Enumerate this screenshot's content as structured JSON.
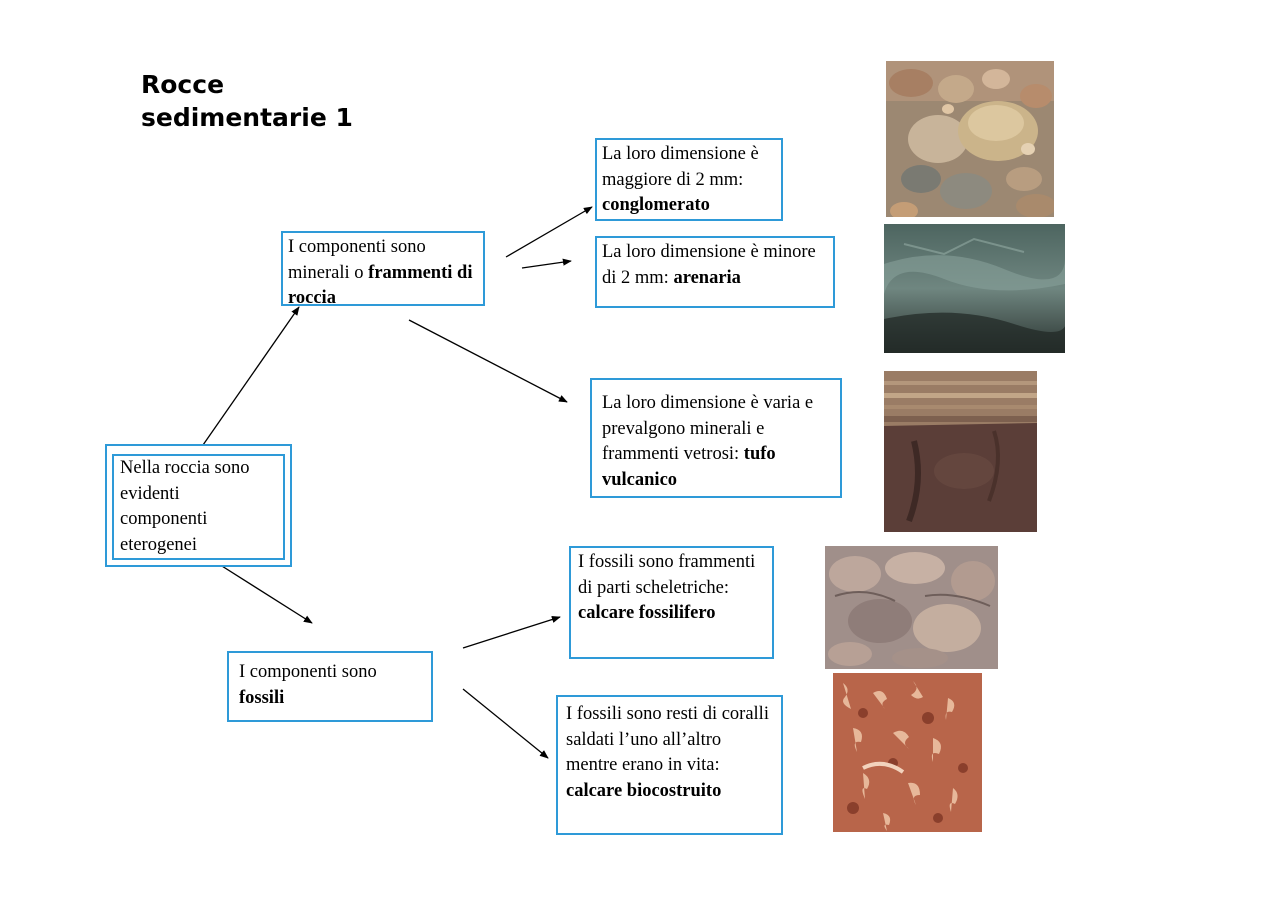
{
  "title": {
    "line1": "Rocce",
    "line2": "sedimentarie 1"
  },
  "root": {
    "text_lines": [
      "Nella roccia sono",
      "evidenti",
      "componenti",
      "eterogenei"
    ]
  },
  "branch_minerals": {
    "text_1": "I  componenti sono minerali o ",
    "bold": "frammenti di roccia"
  },
  "branch_fossils": {
    "text_1": "I  componenti sono ",
    "bold": "fossili"
  },
  "leaves": {
    "conglomerato": {
      "text": "La loro dimensione è maggiore di 2 mm: ",
      "bold": "conglomerato"
    },
    "arenaria": {
      "text": "La loro dimensione è minore di 2 mm: ",
      "bold": "arenaria"
    },
    "tufo": {
      "text": "La loro dimensione è varia e prevalgono minerali e frammenti vetrosi: ",
      "bold": "tufo vulcanico"
    },
    "calcare_fossilifero": {
      "text": "I  fossili sono frammenti di parti scheletriche: ",
      "bold": "calcare fossilifero"
    },
    "calcare_biocostruito": {
      "text": "I  fossili sono resti di coralli saldati l’uno all’altro mentre erano in vita: ",
      "bold": "calcare biocostruito"
    }
  },
  "colors": {
    "box_border": "#2e9ad8",
    "arrow": "#000000"
  },
  "photos": {
    "conglomerato": "conglomerate-rock-photo",
    "arenaria": "sandstone-rock-photo",
    "tufo": "volcanic-tuff-photo",
    "calcare_fossilifero": "fossiliferous-limestone-photo",
    "calcare_biocostruito": "coral-limestone-photo"
  }
}
